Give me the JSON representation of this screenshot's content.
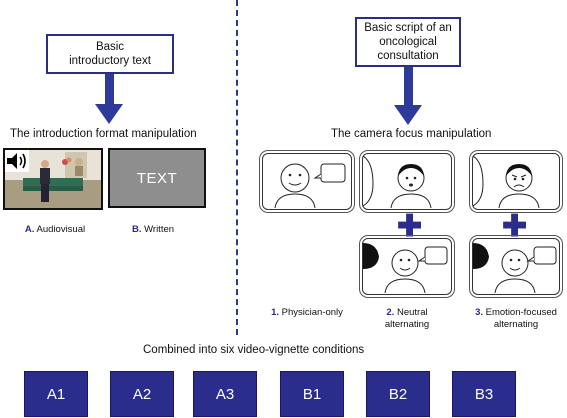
{
  "left": {
    "box_text_line1": "Basic",
    "box_text_line2": "introductory text",
    "heading": "The introduction format manipulation",
    "video_label_letter": "A.",
    "video_label_text": "Audiovisual",
    "written_label_letter": "B.",
    "written_label_text": "Written",
    "written_panel_text": "TEXT"
  },
  "right": {
    "box_text_line1": "Basic script of an",
    "box_text_line2": "oncological",
    "box_text_line3": "consultation",
    "heading": "The camera focus manipulation",
    "opt1_num": "1.",
    "opt1_text": "Physician-only",
    "opt2_num": "2.",
    "opt2_text_line1": "Neutral",
    "opt2_text_line2": "alternating",
    "opt3_num": "3.",
    "opt3_text_line1": "Emotion-focused",
    "opt3_text_line2": "alternating"
  },
  "bottom": {
    "heading": "Combined into six video-vignette conditions",
    "conditions": [
      "A1",
      "A2",
      "A3",
      "B1",
      "B2",
      "B3"
    ]
  },
  "colors": {
    "accent": "#2b2d8c",
    "arrow": "#2e3a9a"
  },
  "icons": [
    "speaker-icon",
    "plus-icon"
  ]
}
